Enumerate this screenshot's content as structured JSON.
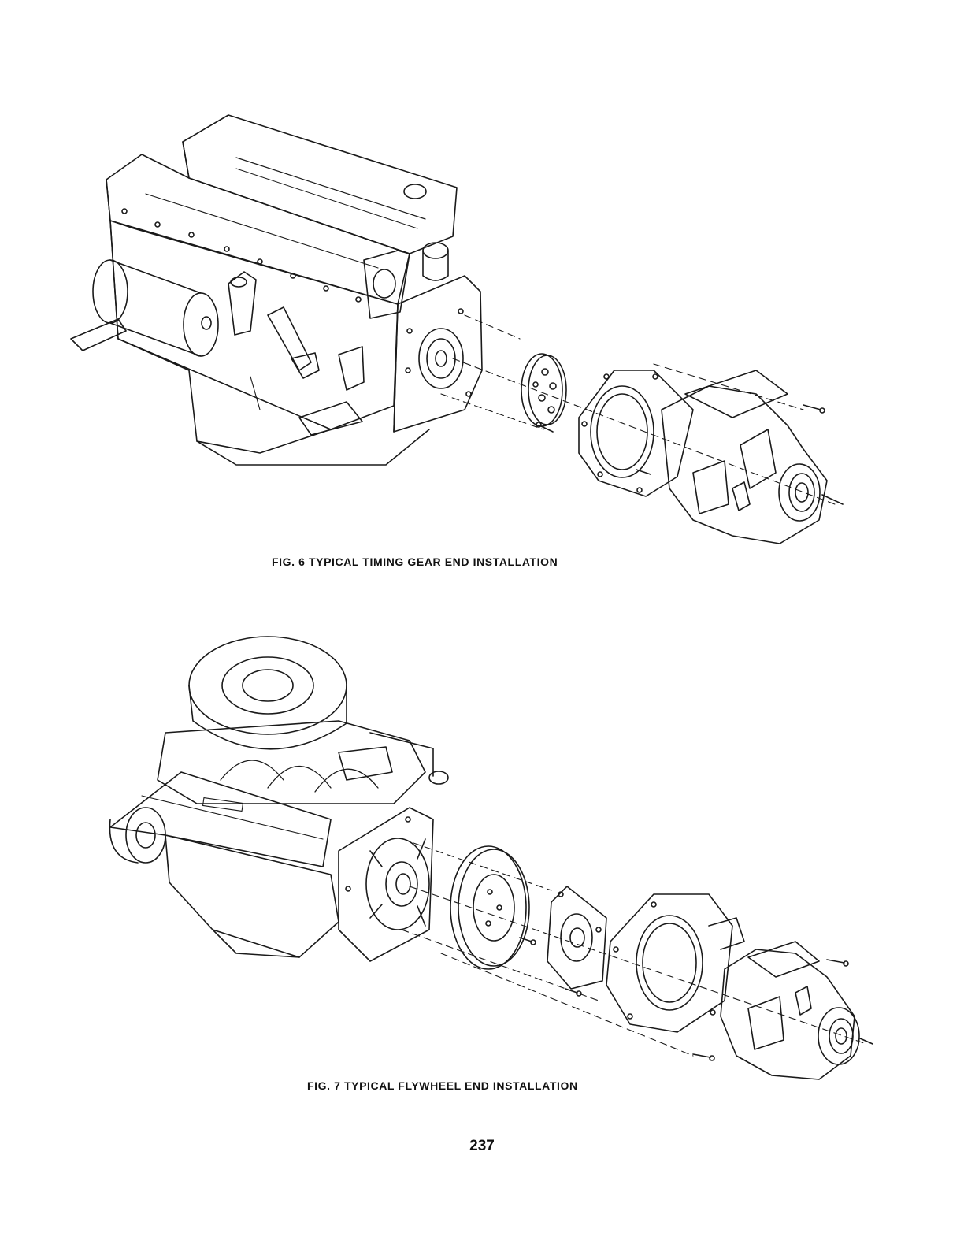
{
  "figures": [
    {
      "caption": "FIG. 6 TYPICAL TIMING GEAR END INSTALLATION"
    },
    {
      "caption": "FIG. 7 TYPICAL FLYWHEEL END INSTALLATION"
    }
  ],
  "page_number": "237"
}
